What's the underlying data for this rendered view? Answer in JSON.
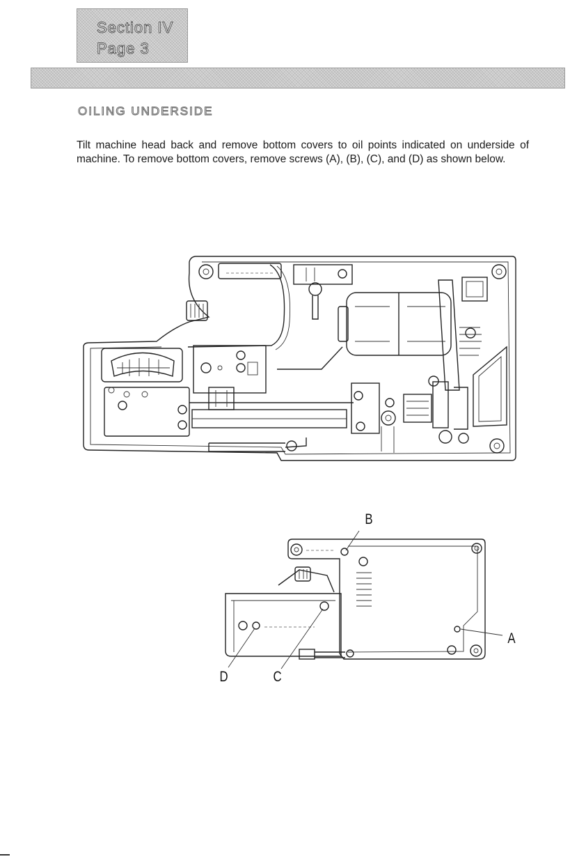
{
  "header": {
    "section_label": "Section IV",
    "page_label": "Page 3"
  },
  "heading": "OILING UNDERSIDE",
  "body": "Tilt machine head back and remove bottom covers to oil points indicated on underside of machine. To remove bottom covers, remove screws (A), (B), (C), and (D) as shown below.",
  "figure2": {
    "callouts": {
      "a": "A",
      "b": "B",
      "c": "C",
      "d": "D"
    }
  }
}
